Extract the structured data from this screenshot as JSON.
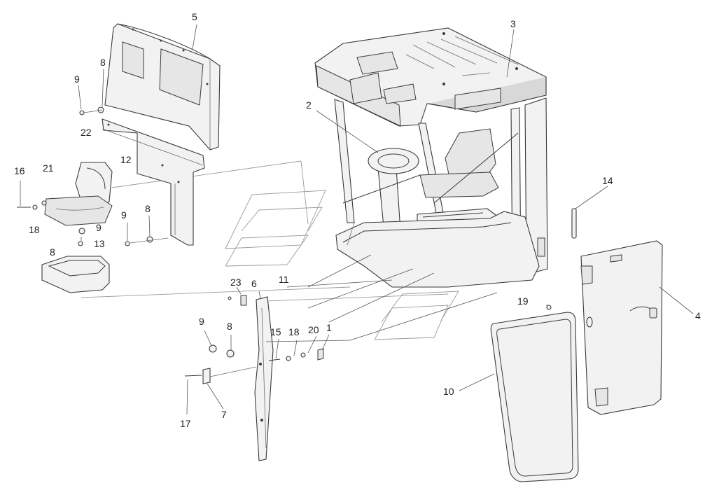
{
  "figure": {
    "callouts": [
      {
        "id": "c5",
        "text": "5"
      },
      {
        "id": "c3",
        "text": "3"
      },
      {
        "id": "c2",
        "text": "2"
      },
      {
        "id": "c9a",
        "text": "9"
      },
      {
        "id": "c8a",
        "text": "8"
      },
      {
        "id": "c22",
        "text": "22"
      },
      {
        "id": "c12",
        "text": "12"
      },
      {
        "id": "c16",
        "text": "16"
      },
      {
        "id": "c21",
        "text": "21"
      },
      {
        "id": "c18a",
        "text": "18"
      },
      {
        "id": "c9b",
        "text": "9"
      },
      {
        "id": "c9c",
        "text": "9"
      },
      {
        "id": "c8b",
        "text": "8"
      },
      {
        "id": "c8c",
        "text": "8"
      },
      {
        "id": "c13",
        "text": "13"
      },
      {
        "id": "c14",
        "text": "14"
      },
      {
        "id": "c23",
        "text": "23"
      },
      {
        "id": "c6",
        "text": "6"
      },
      {
        "id": "c11",
        "text": "11"
      },
      {
        "id": "c19",
        "text": "19"
      },
      {
        "id": "c4",
        "text": "4"
      },
      {
        "id": "c9d",
        "text": "9"
      },
      {
        "id": "c8d",
        "text": "8"
      },
      {
        "id": "c15",
        "text": "15"
      },
      {
        "id": "c18b",
        "text": "18"
      },
      {
        "id": "c20",
        "text": "20"
      },
      {
        "id": "c1",
        "text": "1"
      },
      {
        "id": "c10",
        "text": "10"
      },
      {
        "id": "c17",
        "text": "17"
      },
      {
        "id": "c7",
        "text": "7"
      }
    ]
  }
}
